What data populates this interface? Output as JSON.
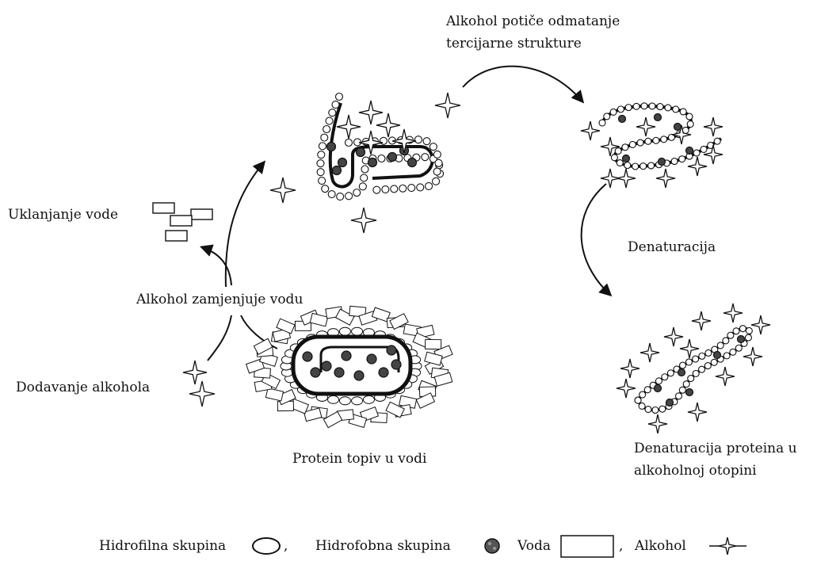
{
  "labels": {
    "alcohol_unfolds_line1": "Alkohol potiče odmatanje",
    "alcohol_unfolds_line2": "tercijarne strukture",
    "water_removal": "Uklanjanje vode",
    "denaturation": "Denaturacija",
    "alcohol_replaces_water": "Alkohol zamjenjuje vodu",
    "adding_alcohol": "Dodavanje alkohola",
    "water_soluble_protein": "Protein topiv u vodi",
    "denatured_protein_line1": "Denaturacija proteina u",
    "denatured_protein_line2": "alkoholnoj otopini"
  },
  "legend": {
    "hydrophilic": "Hidrofilna skupina",
    "hydrophobic": "Hidrofobna skupina",
    "water": "Voda",
    "alcohol": "Alkohol",
    "separator": ","
  },
  "colors": {
    "ink": "#111111",
    "background": "#ffffff"
  }
}
